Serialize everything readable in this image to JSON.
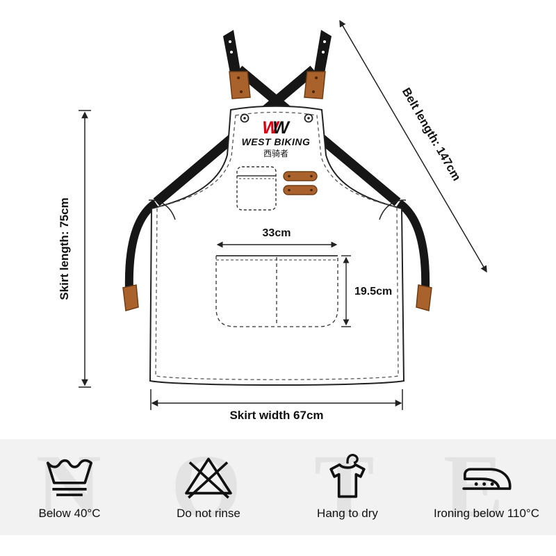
{
  "brand": {
    "logo_mark": "W",
    "name": "WEST BIKING",
    "chinese": "西骑者",
    "colors": {
      "red": "#d8000f",
      "black": "#111111"
    }
  },
  "dimensions": {
    "skirt_length": "Skirt length: 75cm",
    "belt_length": "Belt length: 147cm",
    "pocket_width": "33cm",
    "pocket_depth": "19.5cm",
    "skirt_width": "Skirt width 67cm"
  },
  "care": {
    "watermark": [
      "N",
      "O",
      "T",
      "E"
    ],
    "items": [
      {
        "icon": "wash-below-40-icon",
        "label": "Below 40°C"
      },
      {
        "icon": "do-not-rinse-icon",
        "label": "Do not rinse"
      },
      {
        "icon": "hang-to-dry-icon",
        "label": "Hang to dry"
      },
      {
        "icon": "iron-below-110-icon",
        "label": "Ironing below 110°C"
      }
    ]
  },
  "colors": {
    "leather": "#a9622b",
    "strap": "#161616",
    "line": "#222222",
    "band_bg": "#f2f2f2",
    "watermark": "#e3e3e3"
  }
}
